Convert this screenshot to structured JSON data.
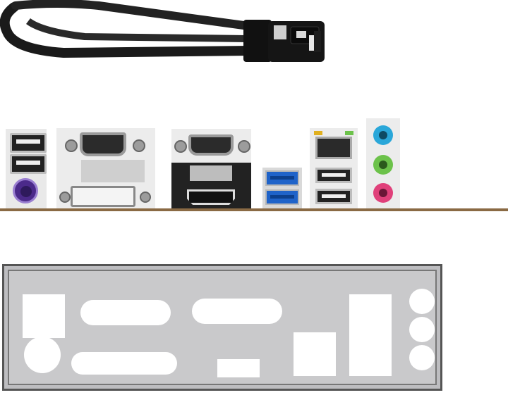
{
  "scene": {
    "description_free": true,
    "items": {
      "sata_cable": {
        "icon": "sata-cable"
      },
      "rear_io_panel": {
        "ports": [
          {
            "name": "usb2-stack-left",
            "icon": "usb-a-port"
          },
          {
            "name": "ps2-port",
            "icon": "ps2-port",
            "color": "#4b2a8a"
          },
          {
            "name": "vga-port",
            "icon": "vga-port"
          },
          {
            "name": "dvi-port",
            "icon": "dvi-port"
          },
          {
            "name": "serial-com-port",
            "icon": "db9-port"
          },
          {
            "name": "hdmi-port",
            "icon": "hdmi-port"
          },
          {
            "name": "usb3-stack",
            "icon": "usb-a-port",
            "color": "#1f63c9"
          },
          {
            "name": "rj45-lan-port",
            "icon": "rj45-port"
          },
          {
            "name": "usb2-stack-right",
            "icon": "usb-a-port"
          },
          {
            "name": "audio-line-in",
            "icon": "audio-jack",
            "color": "#2aa7d9"
          },
          {
            "name": "audio-line-out",
            "icon": "audio-jack",
            "color": "#6cc24a"
          },
          {
            "name": "audio-mic",
            "icon": "audio-jack",
            "color": "#e0407a"
          }
        ],
        "board_edge_color": "#8a6a44"
      },
      "io_shield": {
        "icon": "io-shield-plate",
        "plate_color": "#c9c9cb"
      }
    }
  }
}
